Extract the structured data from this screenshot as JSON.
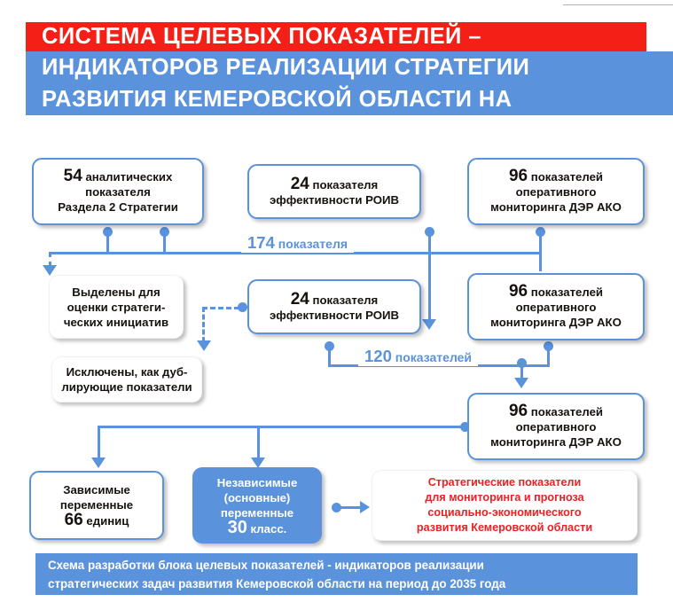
{
  "title": {
    "line1": "СИСТЕМА ЦЕЛЕВЫХ ПОКАЗАТЕЛЕЙ –",
    "line2": "ИНДИКАТОРОВ РЕАЛИЗАЦИИ СТРАТЕГИИ",
    "line3": "РАЗВИТИЯ КЕМЕРОВСКОЙ ОБЛАСТИ НА",
    "red_color": "#f41f16",
    "blue_color": "#5b92dc"
  },
  "nodes": {
    "r1c1": {
      "num": "54",
      "l1": " аналитических",
      "l2": "показателя",
      "l3": "Раздела 2 Стратегии"
    },
    "r1c2": {
      "num": "24",
      "l1": " показателя",
      "l2": "эффективности РОИВ"
    },
    "r1c3": {
      "num": "96",
      "l1": " показателей",
      "l2": "оперативного",
      "l3": "мониторинга ДЭР АКО"
    },
    "r2c1": {
      "l1": "Выделены для",
      "l2": "оценки стратеги-",
      "l3": "ческих инициатив"
    },
    "r2c2": {
      "num": "24",
      "l1": " показателя",
      "l2": "эффективности РОИВ"
    },
    "r2c3": {
      "num": "96",
      "l1": " показателей",
      "l2": "оперативного",
      "l3": "мониторинга ДЭР АКО"
    },
    "r3c1": {
      "l1": "Исключены, как дуб-",
      "l2": "лирующие показатели"
    },
    "r3c3": {
      "num": "96",
      "l1": " показателей",
      "l2": "оперативного",
      "l3": "мониторинга ДЭР АКО"
    },
    "r4c1": {
      "l1": "Зависимые",
      "l2": "переменные",
      "num": "66",
      "l3": " единиц"
    },
    "r4c2": {
      "l1": "Независимые",
      "l2": "(основные)",
      "l3": "переменные",
      "num": "30",
      "l4": " класс."
    },
    "r4c3": {
      "l1": "Стратегические показатели",
      "l2": "для мониторинга и прогноза",
      "l3": "социально-экономического",
      "l4": "развития Кемеровской области"
    }
  },
  "connectors": {
    "label_174_num": "174",
    "label_174_text": " показателя",
    "label_120_num": "120",
    "label_120_text": " показателей"
  },
  "footer": {
    "line1": "Схема разработки блока целевых показателей - индикаторов реализации",
    "line2": "стратегических задач развития Кемеровской области на период до 2035 года"
  }
}
